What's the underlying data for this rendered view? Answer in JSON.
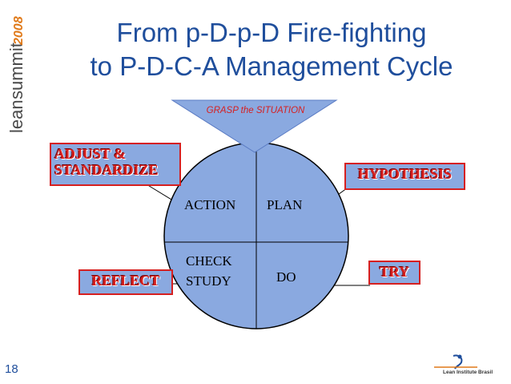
{
  "brand": {
    "text_lean": "lean",
    "text_summit": "summit",
    "text_year": "2008"
  },
  "title": {
    "line1": "From p-D-p-D Fire-fighting",
    "line2": "to P-D-C-A Management Cycle"
  },
  "diagram": {
    "top_label": "GRASP the SITUATION",
    "quadrants": {
      "action": "ACTION",
      "plan": "PLAN",
      "check": "CHECK",
      "study": "STUDY",
      "do": "DO"
    },
    "callouts": {
      "adjust_line1": "ADJUST &",
      "adjust_line2": "STANDARDIZE",
      "hypothesis": "HYPOTHESIS",
      "try": "TRY",
      "reflect": "REFLECT"
    }
  },
  "footer": {
    "slide_number": "18",
    "logo_text": "Lean Institute Brasil"
  },
  "colors": {
    "title": "#1f4e9c",
    "circle_fill": "#8aa9e0",
    "callout_border": "#d62020",
    "callout_text": "#d62020",
    "year": "#e07a1a"
  }
}
